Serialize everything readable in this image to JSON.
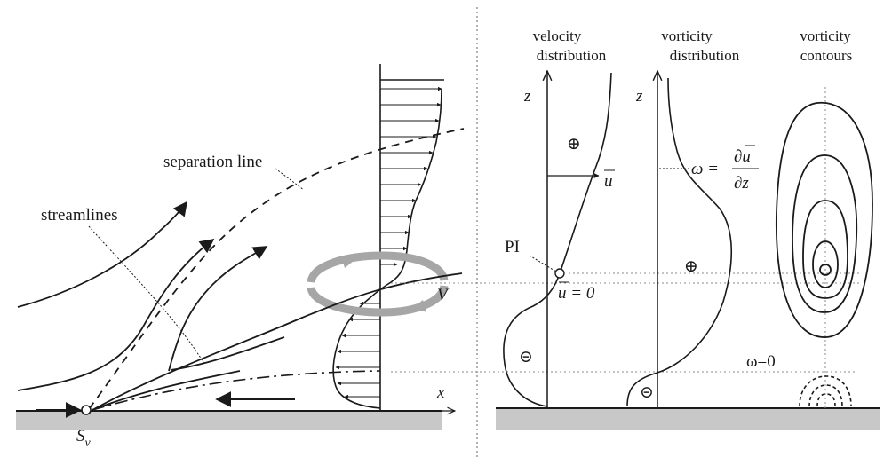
{
  "left_panel": {
    "separation_line": "separation line",
    "streamlines": "streamlines",
    "axis_x": "x",
    "vortex_label": "V",
    "sv_main": "S",
    "sv_sub": "v"
  },
  "right_panel": {
    "velocity": {
      "line1": "velocity",
      "line2": "distribution",
      "axis_z": "z",
      "plus": "⊕",
      "minus": "⊝",
      "u_label": "u",
      "pi_label": "PI",
      "u_zero": "u = 0"
    },
    "vorticity": {
      "line1": "vorticity",
      "line2": "distribution",
      "axis_z": "z",
      "omega_eq": "ω =",
      "num": "∂u",
      "den": "∂z",
      "plus": "⊕",
      "minus": "⊝"
    },
    "contours": {
      "line1": "vorticity",
      "line2": "contours",
      "omega_zero": "ω=0"
    }
  },
  "colors": {
    "ink": "#1a1a1a",
    "ground": "#c8c8c8",
    "vortex_ring": "#a6a6a6",
    "guide": "#8a8a8a"
  }
}
